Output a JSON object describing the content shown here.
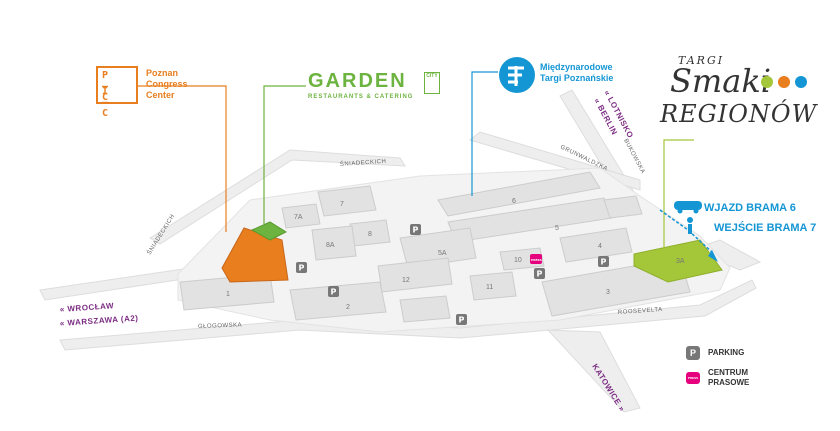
{
  "logos": {
    "pcc": {
      "mark_top": "P—C",
      "mark_bottom": "I—C",
      "line1": "Poznan",
      "line2": "Congress",
      "line3": "Center",
      "color": "#e87e1e"
    },
    "garden": {
      "name": "GARDEN",
      "city": "CITY",
      "subtitle": "RESTAURANTS & CATERING",
      "color": "#6db33f"
    },
    "mtp": {
      "line1": "Międzynarodowe",
      "line2": "Targi Poznańskie",
      "color": "#1596d4"
    },
    "smaki": {
      "top": "TARGI",
      "middle": "Smaki",
      "bottom": "REGIONÓW",
      "dot_colors": [
        "#a4c639",
        "#e87e1e",
        "#1596d4"
      ]
    }
  },
  "gates": {
    "wjazd": "WJAZD BRAMA 6",
    "wejscie": "WEJŚCIE BRAMA 7",
    "color": "#1596d4"
  },
  "streets": {
    "sniadeckich_top": "ŚNIADECKICH",
    "sniadeckich_left": "ŚNIADECKICH",
    "grunwaldzka": "GRUNWALDZKA",
    "bukowska": "BUKOWSKA",
    "glogowska": "GŁOGOWSKA",
    "roosevelta": "ROOSEVELTA"
  },
  "directions": {
    "lotnisko": "« LOTNISKO",
    "berlin": "« BERLIN",
    "wroclaw": "« WROCŁAW",
    "warszawa": "« WARSZAWA (A2)",
    "katowice": "KATOWICE »"
  },
  "buildings": [
    "1",
    "2",
    "3",
    "3A",
    "4",
    "5",
    "5A",
    "6",
    "7",
    "7A",
    "8",
    "8A",
    "10",
    "11",
    "12"
  ],
  "parking_letter": "P",
  "press_label": "PRESS",
  "legend": {
    "parking": "PARKING",
    "press_line1": "CENTRUM",
    "press_line2": "PRASOWE"
  },
  "colors": {
    "highlight": "#a4c639",
    "pcc": "#e87e1e",
    "garden": "#6db33f",
    "mtp": "#1596d4",
    "direction": "#7b2c83",
    "press": "#e6007e"
  }
}
